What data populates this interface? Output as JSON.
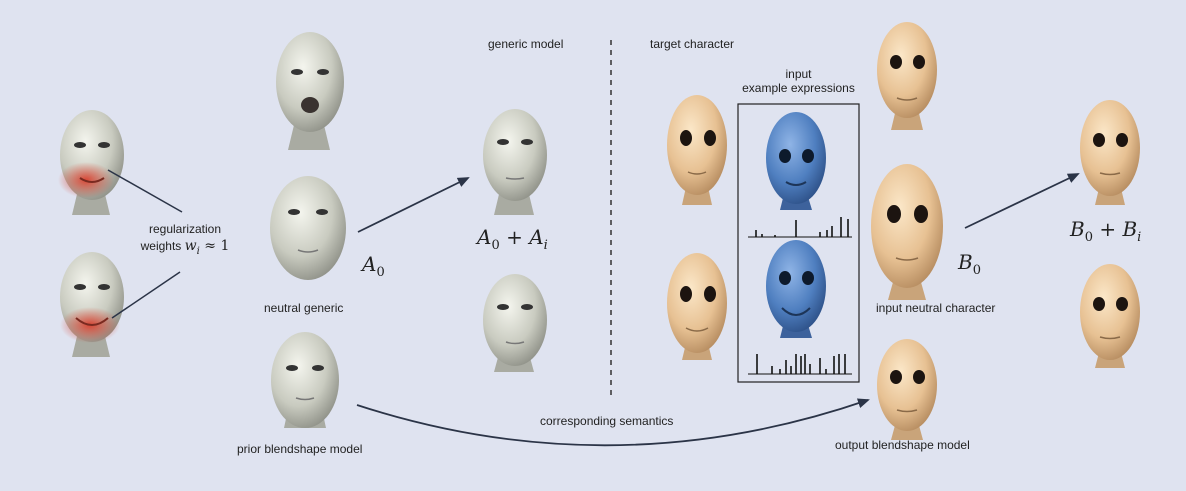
{
  "labels": {
    "generic_model": "generic  model",
    "target_character": "target character",
    "input_example_line1": "input",
    "input_example_line2": "example expressions",
    "regularization_line1": "regularization",
    "regularization_line2_text": "weights",
    "neutral_generic": "neutral generic",
    "prior_blendshape": "prior blendshape model",
    "corresponding_semantics": "corresponding semantics",
    "input_neutral_character": "input neutral character",
    "output_blendshape": "output blendshape model"
  },
  "math": {
    "weights_formula": "w",
    "weights_sub": "i",
    "weights_rel": "≈ 1",
    "A0": "A",
    "A0_sub": "0",
    "A0_plus": "+",
    "Ai": "A",
    "Ai_sub": "i",
    "B0": "B",
    "B0_sub": "0",
    "B0_plus": "+",
    "Bi": "B",
    "Bi_sub": "i"
  },
  "colors": {
    "background": "#dfe3f0",
    "generic_face": "#d6d8ce",
    "target_face": "#ecc9a0",
    "example_face": "#4f7fc0",
    "highlight_red": "#d8402e",
    "arrow": "#2b3447"
  },
  "icons": {
    "face": "head-icon",
    "bar_chart": "bar-chart-icon"
  }
}
